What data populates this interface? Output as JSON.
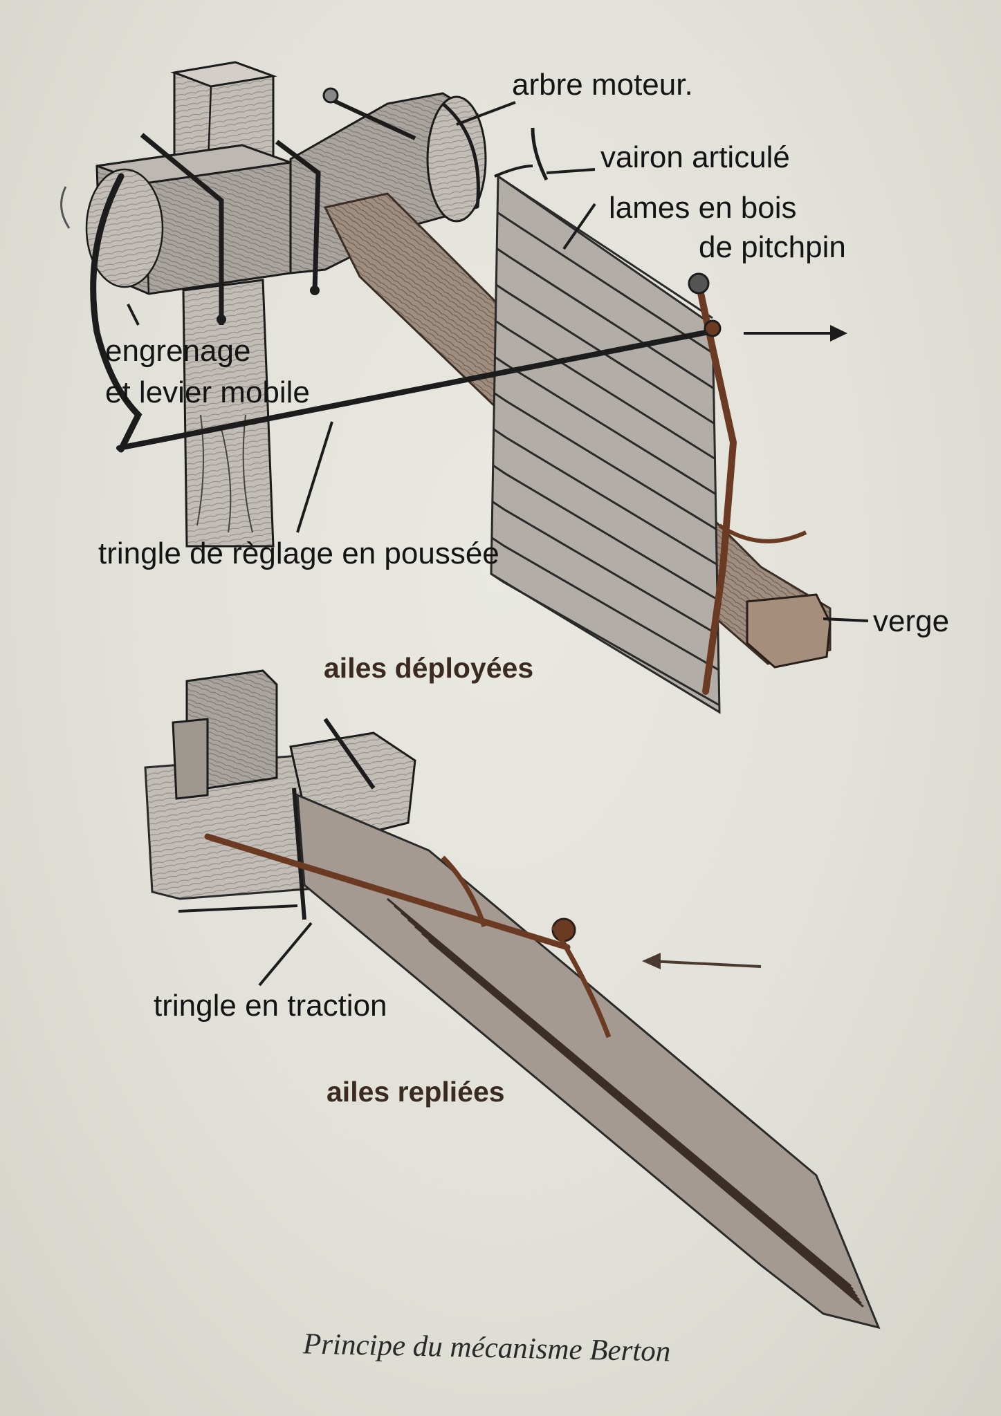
{
  "labels": {
    "arbre_moteur": "arbre moteur.",
    "vairon_articule": "vairon articulé",
    "lames_line1": "lames en bois",
    "lames_line2": "de pitchpin",
    "engrenage_line1": "engrenage",
    "engrenage_line2": "et levier mobile",
    "tringle_poussee": "tringle de règlage en poussée",
    "verge": "verge",
    "ailes_deployees": "ailes déployées",
    "tringle_traction": "tringle en traction",
    "ailes_repliees": "ailes repliées"
  },
  "caption": "Principe du mécanisme Berton",
  "colors": {
    "ink": "#1c1c1c",
    "rod_brown": "#6b3a22",
    "wood_shade": "#9a9590",
    "paper": "#e4e4dc"
  }
}
